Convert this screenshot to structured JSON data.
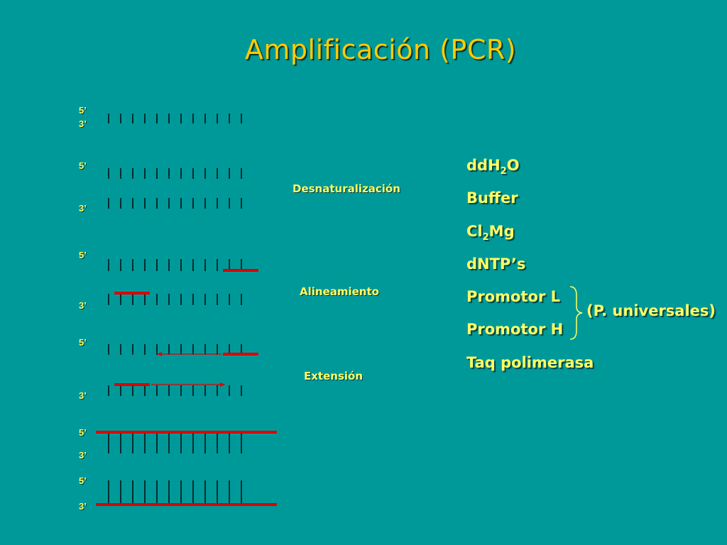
{
  "title": "Amplificación (PCR)",
  "strand_labels": {
    "a": "5’",
    "b": "3’",
    "c": "5’",
    "d": "3’",
    "e": "5’",
    "f": "3’",
    "g": "5’",
    "h": "3’",
    "i": "5’",
    "j": "3’",
    "k": "5’",
    "l": "3’"
  },
  "steps": {
    "denaturation": "Desnaturalización",
    "annealing": "Alineamiento",
    "extension": "Extensión"
  },
  "reagents": {
    "water_prefix": "ddH",
    "water_sub": "2",
    "water_suffix": "O",
    "buffer": "Buffer",
    "mg_prefix": "Cl",
    "mg_sub": "2",
    "mg_suffix": "Mg",
    "dntps": "dNTP’s",
    "primer_l": "Promotor L",
    "primer_h": "Promotor H",
    "taq": "Taq polimerasa"
  },
  "universal_note": "(P. universales)",
  "colors": {
    "background": "#009999",
    "title": "#ffcc00",
    "text": "#ffff66",
    "strand": "#000000",
    "primer": "#dd0000"
  }
}
